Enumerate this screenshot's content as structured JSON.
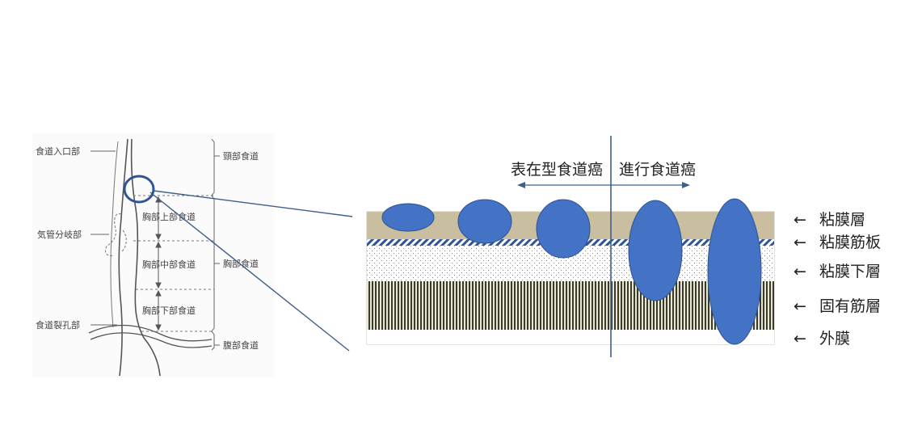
{
  "anatomy": {
    "labels": {
      "entrance": "食道入口部",
      "bifurcation": "気管分岐部",
      "hiatus": "食道裂孔部",
      "cervical": "頸部食道",
      "upper_thoracic": "胸部上部食道",
      "middle_thoracic": "胸部中部食道",
      "lower_thoracic": "胸部下部食道",
      "thoracic": "胸部食道",
      "abdominal": "腹部食道"
    }
  },
  "cross_section": {
    "header_left": "表在型食道癌",
    "header_right": "進行食道癌",
    "layers": [
      {
        "key": "mucosa",
        "label": "粘膜層",
        "arrow": "←"
      },
      {
        "key": "muscularis_mucosae",
        "label": "粘膜筋板",
        "arrow": "←"
      },
      {
        "key": "submucosa",
        "label": "粘膜下層",
        "arrow": "←"
      },
      {
        "key": "muscularis_propria",
        "label": "固有筋層",
        "arrow": "←"
      },
      {
        "key": "adventitia",
        "label": "外膜",
        "arrow": "←"
      }
    ]
  },
  "colors": {
    "tumor": "#4472C4",
    "tumor_edge": "#2F528F",
    "mucosa": "#C9BFA0",
    "stripe_dark": "#3B3B2A",
    "line": "#3E5F8A",
    "anatomy_line": "#666666"
  }
}
